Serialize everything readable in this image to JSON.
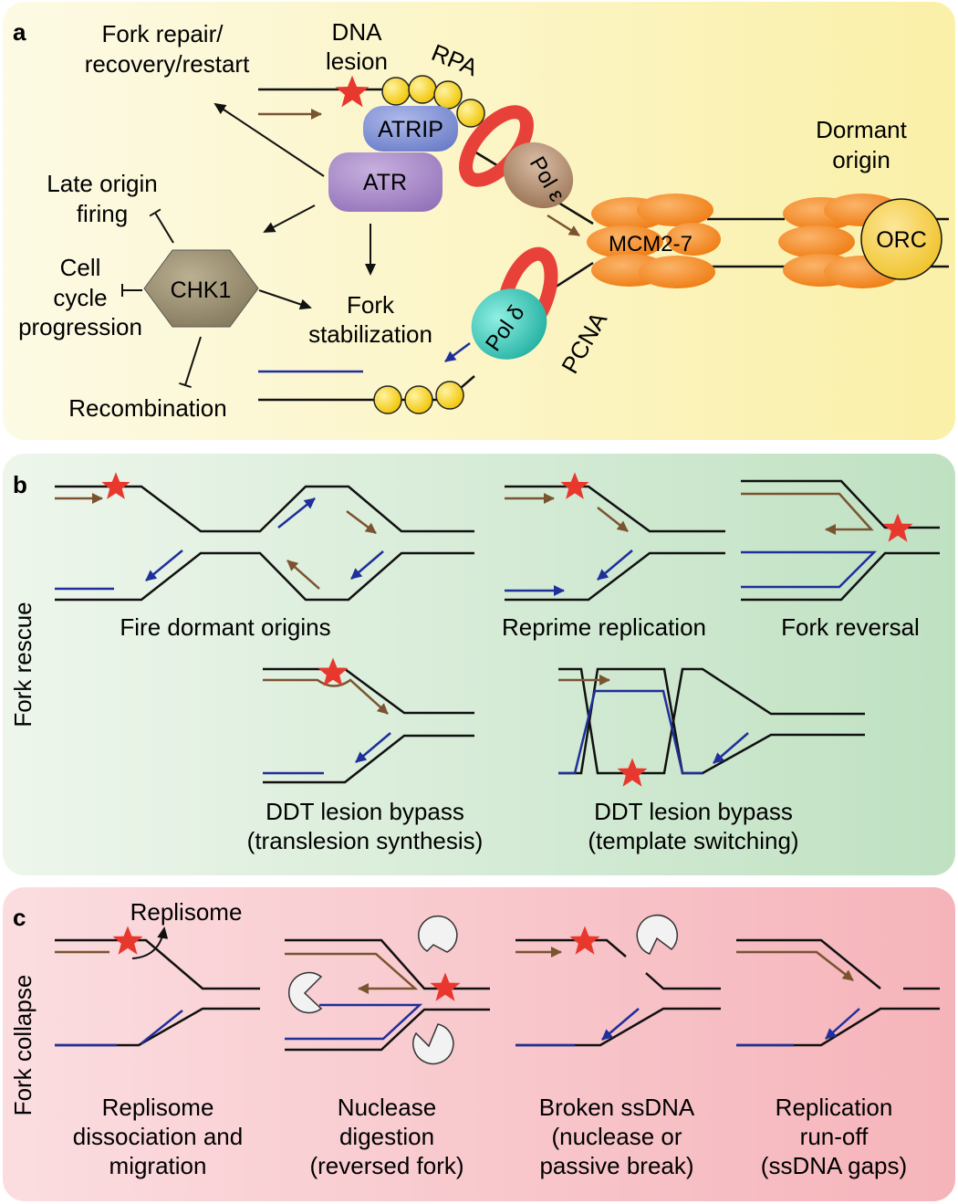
{
  "panels": {
    "a": {
      "letter": "a",
      "fork_repair_1": "Fork repair/",
      "fork_repair_2": "recovery/restart",
      "dna_lesion_1": "DNA",
      "dna_lesion_2": "lesion",
      "rpa": "RPA",
      "atrip": "ATRIP",
      "atr": "ATR",
      "pol_epsilon": "Pol ε",
      "pol_delta": "Pol δ",
      "pcna": "PCNA",
      "mcm": "MCM2-7",
      "orc": "ORC",
      "dormant_1": "Dormant",
      "dormant_2": "origin",
      "late_1": "Late origin",
      "late_2": "firing",
      "cell_1": "Cell",
      "cell_2": "cycle",
      "cell_3": "progression",
      "chk1": "CHK1",
      "fork_stab_1": "Fork",
      "fork_stab_2": "stabilization",
      "recombination": "Recombination"
    },
    "b": {
      "letter": "b",
      "side_label": "Fork rescue",
      "fire_dormant": "Fire dormant origins",
      "reprime": "Reprime replication",
      "fork_reversal": "Fork reversal",
      "tls_1": "DDT lesion bypass",
      "tls_2": "(translesion synthesis)",
      "ts_1": "DDT lesion bypass",
      "ts_2": "(template switching)"
    },
    "c": {
      "letter": "c",
      "side_label": "Fork collapse",
      "replisome": "Replisome",
      "c1_1": "Replisome",
      "c1_2": "dissociation and",
      "c1_3": "migration",
      "c2_1": "Nuclease",
      "c2_2": "digestion",
      "c2_3": "(reversed fork)",
      "c3_1": "Broken ssDNA",
      "c3_2": "(nuclease or",
      "c3_3": "passive break)",
      "c4_1": "Replication",
      "c4_2": "run-off",
      "c4_3": "(ssDNA gaps)"
    }
  },
  "colors": {
    "panel_a_bg": "#fcf6c6",
    "panel_b_bg": "#d8ecd6",
    "panel_c_bg": "#f7c5c9",
    "brown_strand": "#7a5431",
    "blue_strand": "#1f2f9b",
    "lesion_star": "#e8382d",
    "rpa_bead": "#f7d318",
    "atrip": "#7d8fd3",
    "atr": "#a584c5",
    "pol_epsilon": "#ad8a6e",
    "pol_delta": "#37c4b6",
    "pcna_ring": "#e8413a",
    "mcm": "#f68a24",
    "orc": "#f7d23a",
    "chk1": "#988c70"
  }
}
